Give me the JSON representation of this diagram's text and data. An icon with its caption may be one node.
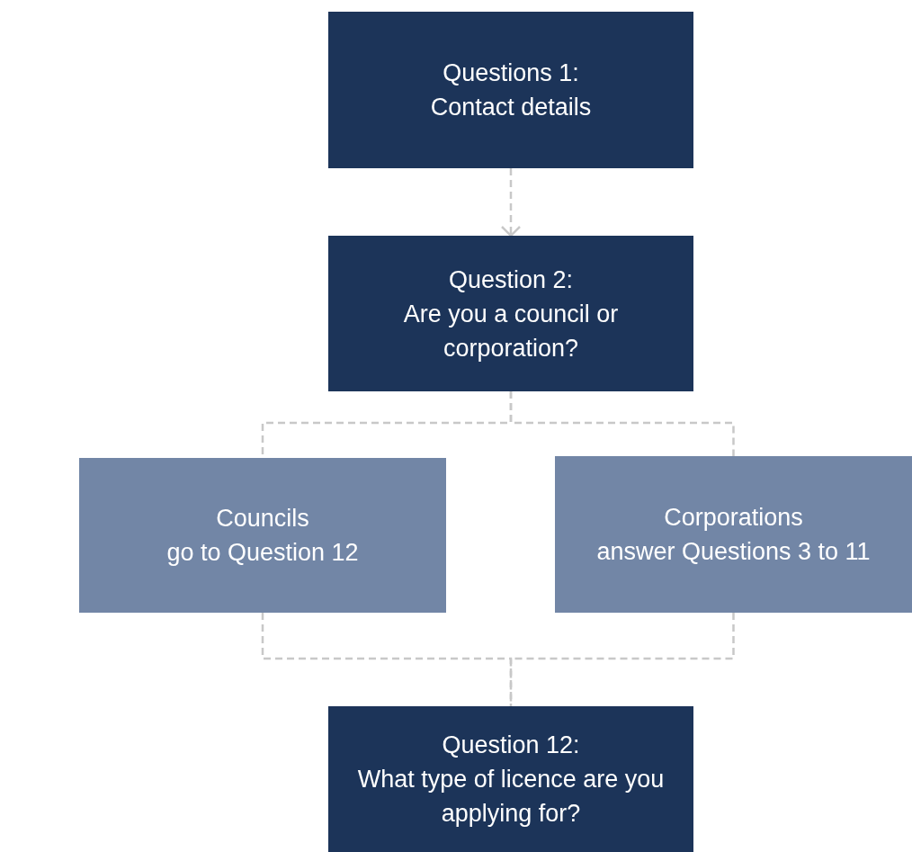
{
  "diagram": {
    "nodes": [
      {
        "text": [
          "Questions 1:",
          "Contact details"
        ]
      },
      {
        "text": [
          "Question 2:",
          "Are you a council or corporation?"
        ]
      },
      {
        "text": [
          "Councils",
          "go to Question 12"
        ]
      },
      {
        "text": [
          "Corporations",
          "answer Questions 3 to 11"
        ]
      },
      {
        "text": [
          "Question 12:",
          "What type of licence are you applying for?"
        ]
      }
    ],
    "edges": [
      {
        "from": 0,
        "to": 1,
        "arrow": "to",
        "style": "dashed"
      },
      {
        "from": 1,
        "to": 2,
        "arrow": "none",
        "style": "dashed"
      },
      {
        "from": 1,
        "to": 3,
        "arrow": "none",
        "style": "dashed"
      },
      {
        "from": 2,
        "to": 4,
        "arrow": "none",
        "style": "dashed"
      },
      {
        "from": 3,
        "to": 4,
        "arrow": "none",
        "style": "dashed"
      }
    ]
  }
}
